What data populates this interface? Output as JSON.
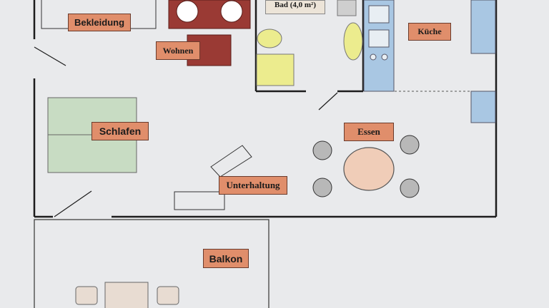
{
  "rooms": {
    "bekleidung": "Bekleidung",
    "wohnen": "Wohnen",
    "bad": "Bad (4,0 m²)",
    "kueche": "Küche",
    "schlafen": "Schlafen",
    "essen": "Essen",
    "unterhaltung": "Unterhaltung",
    "balkon": "Balkon"
  },
  "colors": {
    "wall": "#1c1c1c",
    "label_fill": "#e08e6b",
    "bed": "#c8dcc3",
    "dining_table": "#f0cdb8",
    "kitchen_unit": "#a9c7e3",
    "bath_yellow": "#ecec8e",
    "wohnen_rug": "#9a3a34",
    "chair": "#b8b8b8"
  }
}
